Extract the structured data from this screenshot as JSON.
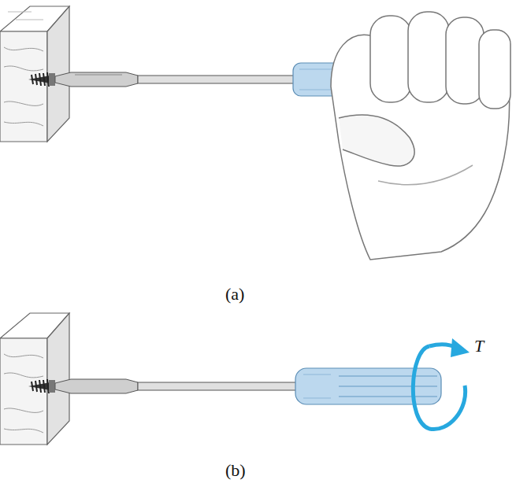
{
  "diagram": {
    "labels": [
      "(a)",
      "T",
      "(b)"
    ]
  }
}
